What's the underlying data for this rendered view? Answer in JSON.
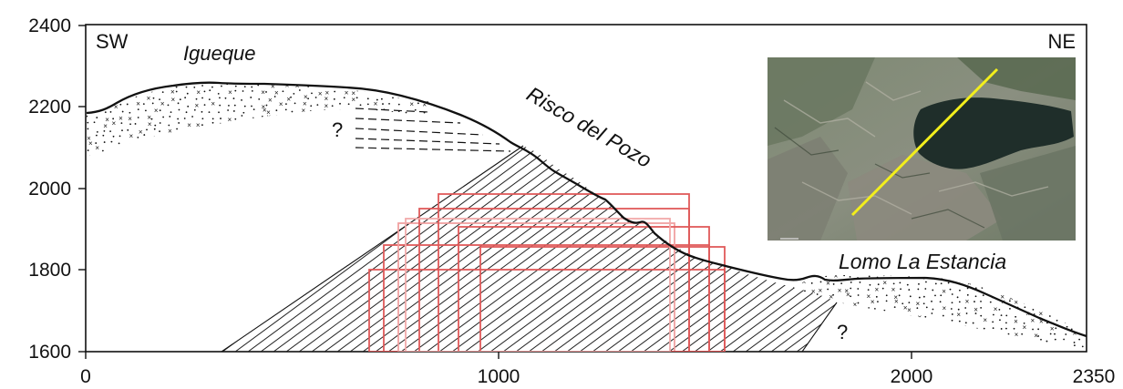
{
  "axes": {
    "y_ticks": [
      "2400",
      "2200",
      "2000",
      "1800",
      "1600"
    ],
    "x_ticks": [
      "0",
      "1000",
      "2000",
      "2350"
    ]
  },
  "labels": {
    "sw": "SW",
    "ne": "NE",
    "igueque": "Igueque",
    "risco": "Risco del Pozo",
    "lomo": "Lomo La Estancia",
    "question_1": "?",
    "question_2": "?"
  },
  "colors": {
    "line": "#111111",
    "hatch": "#222222",
    "red_box": "#e05a5a",
    "pink_box": "#f2aaaa",
    "location_line": "#f2ee1c"
  },
  "inset": {
    "content": "satellite image with yellow section line"
  }
}
